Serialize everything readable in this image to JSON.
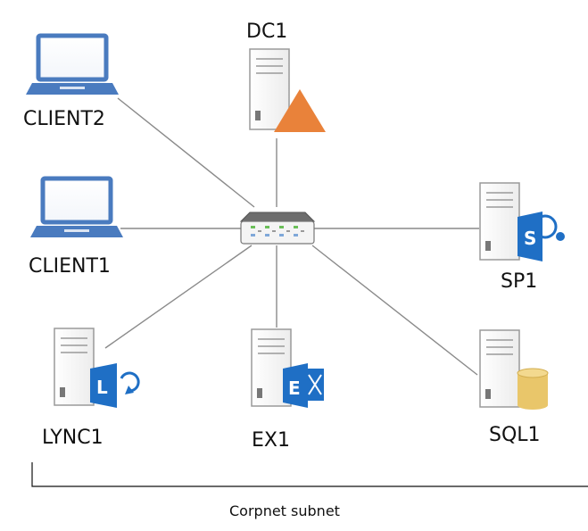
{
  "nodes": {
    "client2": {
      "label": "CLIENT2",
      "icon": "laptop-icon"
    },
    "client1": {
      "label": "CLIENT1",
      "icon": "laptop-icon"
    },
    "dc1": {
      "label": "DC1",
      "icon": "server-icon",
      "badge": "domain-controller-triangle-icon"
    },
    "sp1": {
      "label": "SP1",
      "icon": "server-icon",
      "badge": "sharepoint-icon"
    },
    "lync1": {
      "label": "LYNC1",
      "icon": "server-icon",
      "badge": "lync-icon"
    },
    "ex1": {
      "label": "EX1",
      "icon": "server-icon",
      "badge": "exchange-icon"
    },
    "sql1": {
      "label": "SQL1",
      "icon": "server-icon",
      "badge": "database-icon"
    },
    "hub": {
      "icon": "network-switch-icon"
    }
  },
  "subnet": {
    "label": "Corpnet subnet"
  },
  "colors": {
    "laptop_blue": "#4a7bbf",
    "office_blue": "#1f6fc5",
    "dc_orange": "#e9823a",
    "db_gold": "#e9c66a",
    "server_gray": "#9a9a9a",
    "line_gray": "#8a8a8a"
  }
}
